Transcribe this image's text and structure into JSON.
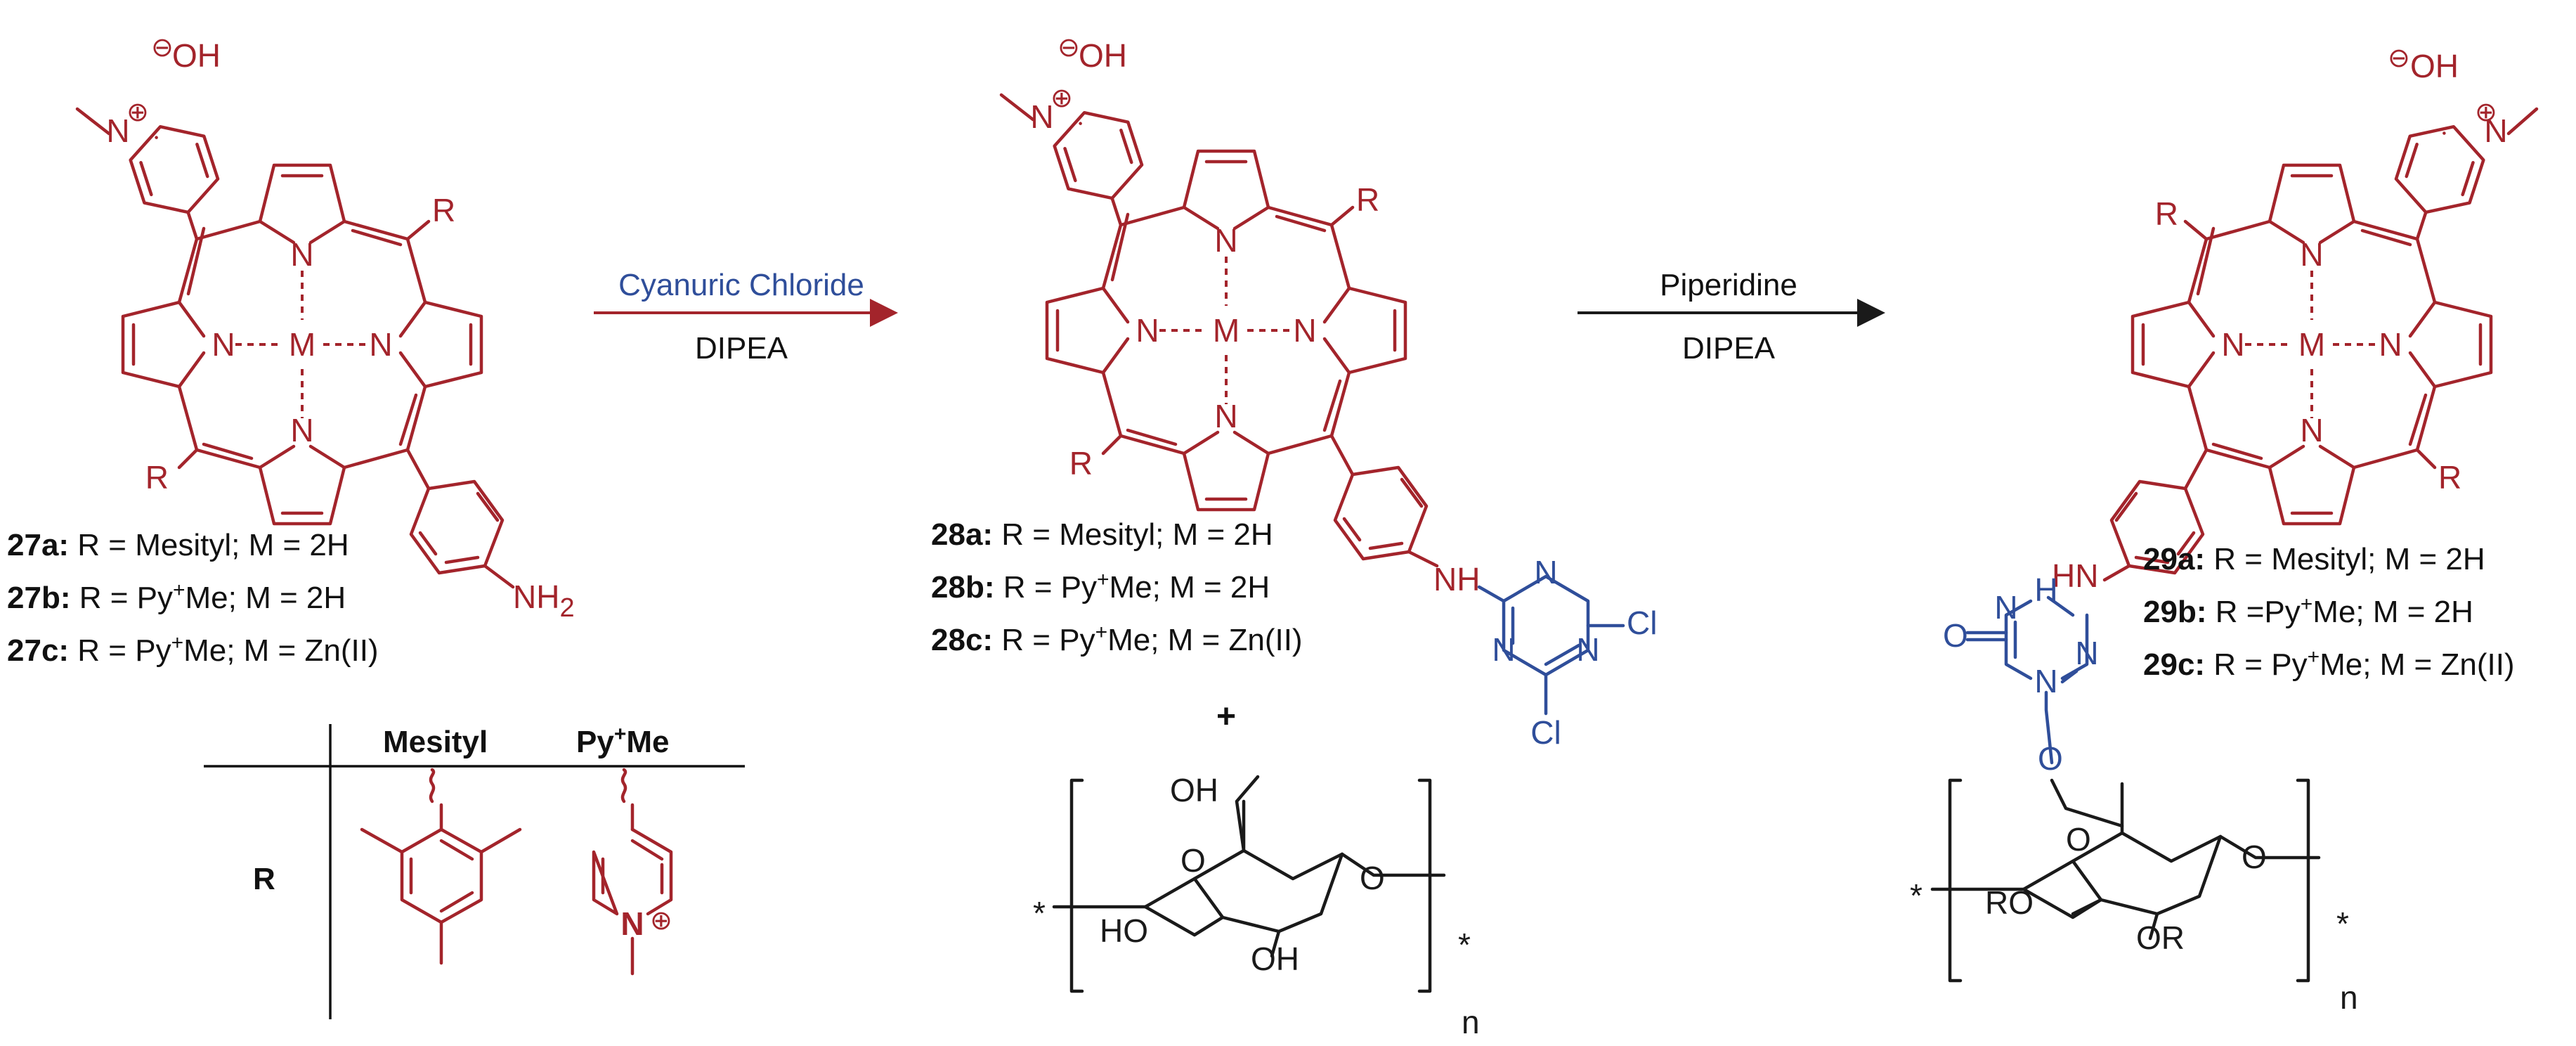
{
  "colors": {
    "porphyrin": "#a3242b",
    "triazine": "#2f4e9a",
    "text": "#111111"
  },
  "atoms": {
    "nitrogen": "N",
    "metal": "M",
    "substituent": "R",
    "hydroxide": "OH",
    "oxygen": "O",
    "chlorine": "Cl",
    "hydroxyl": "OH",
    "hydroxyl_left": "HO",
    "ether": "RO",
    "ether_right": "OR",
    "amine_prefix": "NH",
    "amine_sub": "2",
    "amino_link": "HN",
    "amino_link_right": "NH",
    "ring_nh": "H",
    "ring_carbonyl": "O",
    "star": "*",
    "repeat": "n",
    "plus": "+",
    "positive": "⊕",
    "negative": "⊖"
  },
  "arrows": [
    {
      "reagent_top": "Cyanuric Chloride",
      "reagent_bottom": "DIPEA"
    },
    {
      "reagent_top": "Piperidine",
      "reagent_bottom": "DIPEA"
    }
  ],
  "compounds_27": [
    {
      "id": "27a:",
      "text": " R = Mesityl; M = 2H"
    },
    {
      "id": "27b:",
      "text": " R = Py",
      "sup": "+",
      "text2": "Me; M = 2H"
    },
    {
      "id": "27c:",
      "text": " R = Py",
      "sup": "+",
      "text2": "Me; M = Zn(II)"
    }
  ],
  "compounds_28": [
    {
      "id": "28a:",
      "text": " R = Mesityl; M = 2H"
    },
    {
      "id": "28b:",
      "text": " R = Py",
      "sup": "+",
      "text2": "Me; M = 2H"
    },
    {
      "id": "28c:",
      "text": " R = Py",
      "sup": "+",
      "text2": "Me; M = Zn(II)"
    }
  ],
  "compounds_29": [
    {
      "id": "29a:",
      "text": " R = Mesityl; M = 2H"
    },
    {
      "id": "29b:",
      "text": " R =Py",
      "sup": "+",
      "text2": "Me; M = 2H"
    },
    {
      "id": "29c:",
      "text": " R = Py",
      "sup": "+",
      "text2": "Me; M = Zn(II)"
    }
  ],
  "r_table": {
    "row_label": "R",
    "col1": "Mesityl",
    "col2_pre": "Py",
    "col2_sup": "+",
    "col2_post": "Me"
  }
}
